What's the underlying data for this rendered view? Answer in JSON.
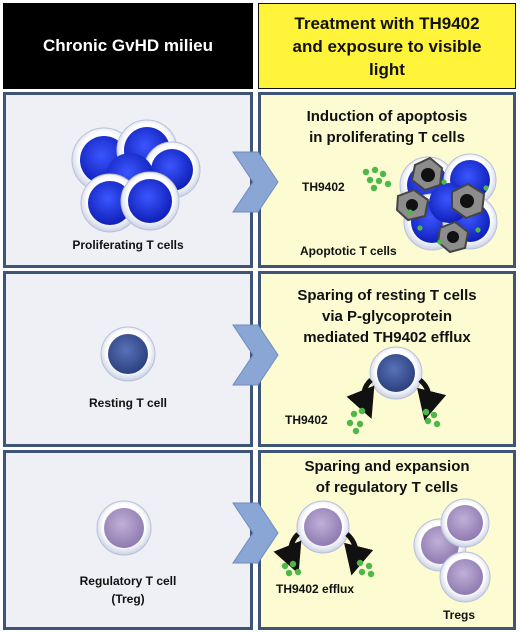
{
  "header": {
    "left": "Chronic GvHD milieu",
    "right_lines": [
      "Treatment with TH9402",
      "and exposure to visible",
      "light"
    ]
  },
  "row1": {
    "left_label": "Proliferating T cells",
    "title_lines": [
      "Induction of apoptosis",
      "in proliferating T cells"
    ],
    "drug_label": "TH9402",
    "apoptotic_label": "Apoptotic T cells"
  },
  "row2": {
    "left_label": "Resting T cell",
    "title_lines": [
      "Sparing of resting T cells",
      "via P-glycoprotein",
      "mediated TH9402 efflux"
    ],
    "drug_label": "TH9402"
  },
  "row3": {
    "left_label_lines": [
      "Regulatory T cell",
      "(Treg)"
    ],
    "title_lines": [
      "Sparing and expansion",
      "of regulatory T cells"
    ],
    "efflux_label": "TH9402 efflux",
    "tregs_label": "Tregs"
  },
  "colors": {
    "header_left_bg": "#000000",
    "header_right_bg": "#fff43a",
    "border": "#3f5578",
    "proliferating_cell": "#1a2fd6",
    "resting_cell": "#3b5296",
    "treg_cell": "#a592bf",
    "drug_dot": "#4cb848",
    "arrow": "#8aa6d4"
  }
}
